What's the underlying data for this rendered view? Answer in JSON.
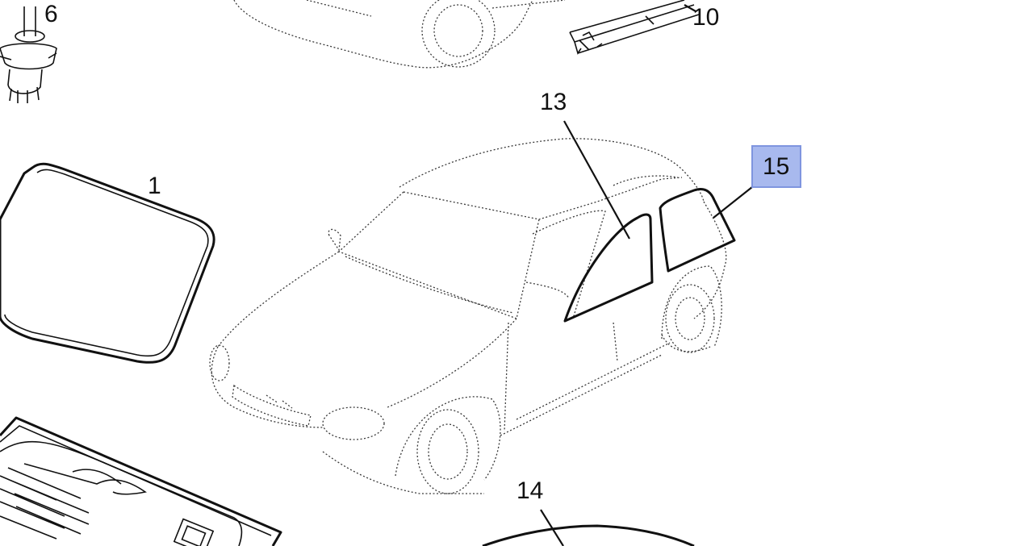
{
  "diagram": {
    "callouts": {
      "c1": "1",
      "c6": "6",
      "c10": "10",
      "c13": "13",
      "c14": "14",
      "c15": "15"
    },
    "selected_callout": "15",
    "highlight_color": "#a8b9ee",
    "line_color": "#111111"
  }
}
